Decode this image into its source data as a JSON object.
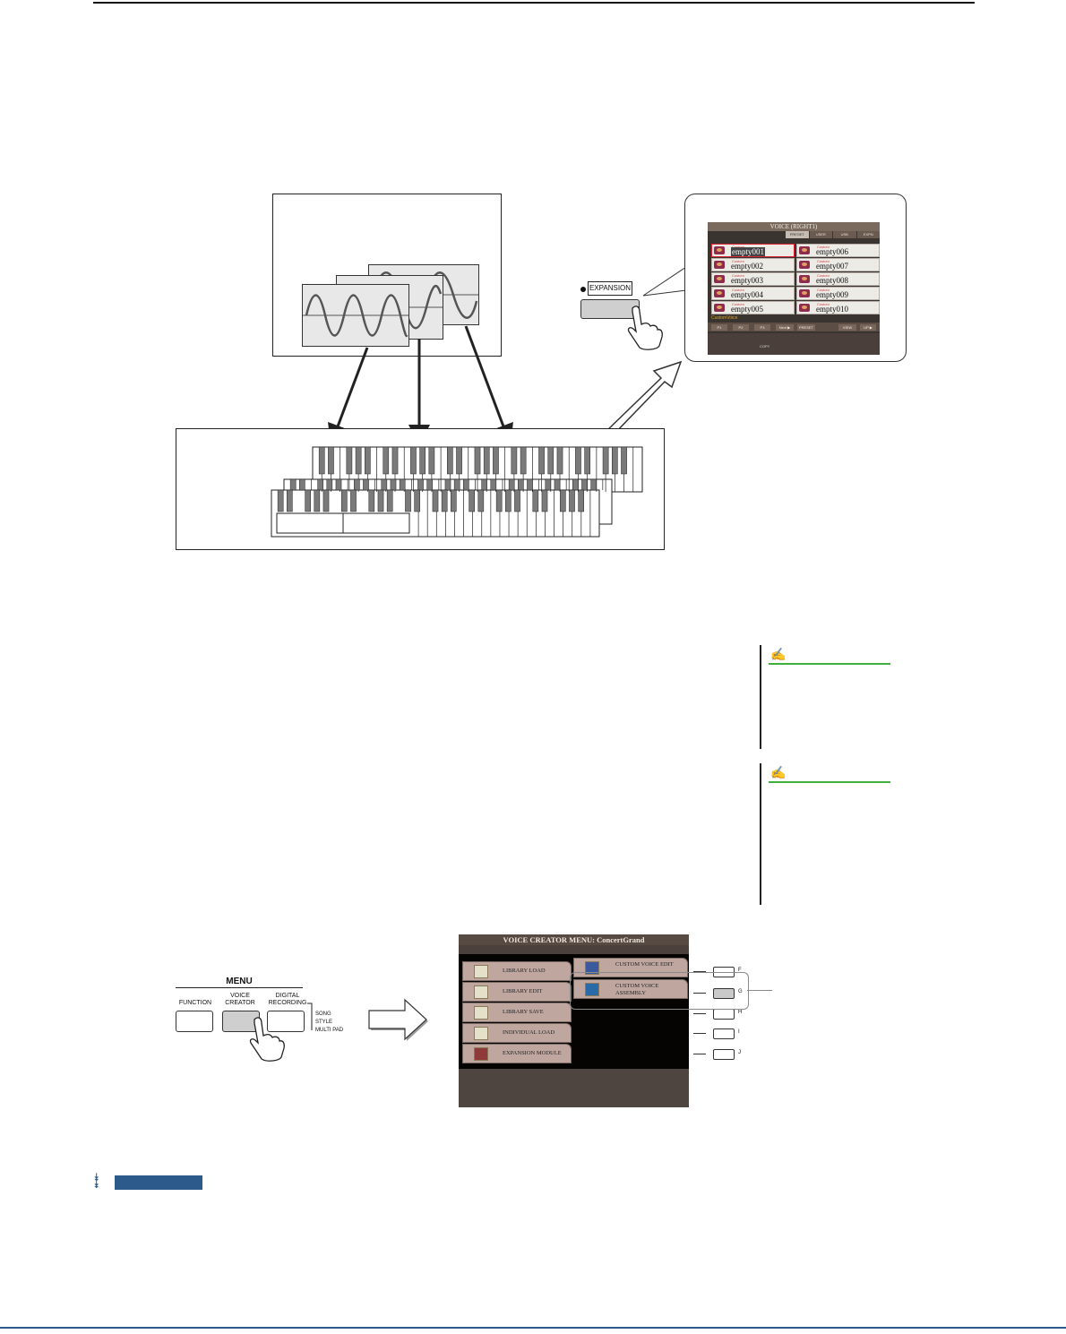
{
  "voice_screen": {
    "title": "VOICE (RIGHT1)",
    "tabs": [
      "PRESET",
      "USER",
      "USB",
      "EXPN"
    ],
    "active_tab": "PRESET",
    "tag": "Custom",
    "items": [
      "empty001",
      "empty002",
      "empty003",
      "empty004",
      "empty005",
      "empty006",
      "empty007",
      "empty008",
      "empty009",
      "empty010"
    ],
    "selected": "empty001",
    "folder": "CustomVoice",
    "function_buttons": [
      "P1",
      "P2",
      "P3",
      "Next ▶",
      "PRESET",
      "VIEW",
      "UP ▶"
    ],
    "copy_label": "COPY"
  },
  "expansion_button_label": "EXPANSION",
  "menu": {
    "title": "MENU",
    "buttons": [
      {
        "label": "FUNCTION"
      },
      {
        "label": "VOICE\nCREATOR"
      },
      {
        "label": "DIGITAL\nRECORDING"
      }
    ],
    "sub_items": [
      "SONG",
      "STYLE",
      "MULTI PAD"
    ]
  },
  "voice_creator_screen": {
    "title": "VOICE CREATOR MENU: ConcertGrand",
    "left_items": [
      "LIBRARY LOAD",
      "LIBRARY EDIT",
      "LIBRARY SAVE",
      "INDIVIDUAL LOAD",
      "EXPANSION MODULE"
    ],
    "right_items": [
      "CUSTOM VOICE EDIT",
      "CUSTOM VOICE\nASSEMBLY"
    ]
  },
  "side_buttons": [
    "F",
    "G",
    "H",
    "I",
    "J"
  ],
  "colors": {
    "note_accent": "#3fae3f",
    "continue_bar": "#2c5a8a",
    "voice_icon": "#8e2c4e"
  },
  "icons": [
    "pencil-note-icon",
    "continue-arrow-icon",
    "pressing-hand-icon",
    "right-arrow-icon"
  ]
}
